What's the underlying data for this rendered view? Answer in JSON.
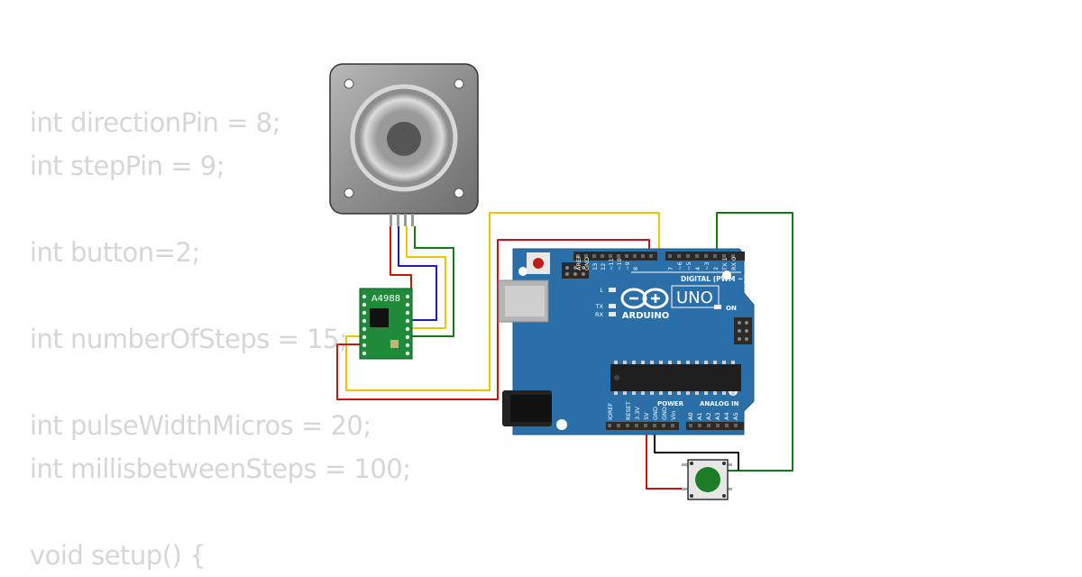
{
  "code_lines": [
    "int directionPin = 8;",
    "int stepPin = 9;",
    "",
    "int button=2;",
    "",
    "int numberOfSteps = 15;",
    "",
    "int pulseWidthMicros = 20;",
    "int millisbetweenSteps = 100;",
    "",
    "void setup() {"
  ],
  "driver": {
    "label": "A4988"
  },
  "arduino": {
    "model": "UNO",
    "brand": "ARDUINO",
    "digital_label": "DIGITAL (PWM ~)",
    "power_label": "POWER",
    "analog_label": "ANALOG IN",
    "on_label": "ON",
    "led_labels": [
      "L",
      "TX",
      "RX"
    ],
    "digital_pins": [
      "AREF",
      "GND",
      "13",
      "12",
      "~11",
      "~10",
      "~9",
      "8",
      "7",
      "~6",
      "~5",
      "4",
      "~3",
      "2",
      "TX 1",
      "RX 0"
    ],
    "power_pins": [
      "IOREF",
      "RESET",
      "3.3V",
      "5V",
      "GND",
      "GND",
      "Vin"
    ],
    "analog_pins": [
      "A0",
      "A1",
      "A2",
      "A3",
      "A4",
      "A5"
    ]
  },
  "colors": {
    "board": "#2a6fa8",
    "driver": "#1f8a3a",
    "button_cap": "#1c7d26",
    "wire_red": "#cc1111",
    "wire_yellow": "#e8c800",
    "wire_green": "#137a13",
    "wire_blue": "#1a1ad0",
    "wire_black": "#111111",
    "code_text": "#d6d6d6"
  }
}
